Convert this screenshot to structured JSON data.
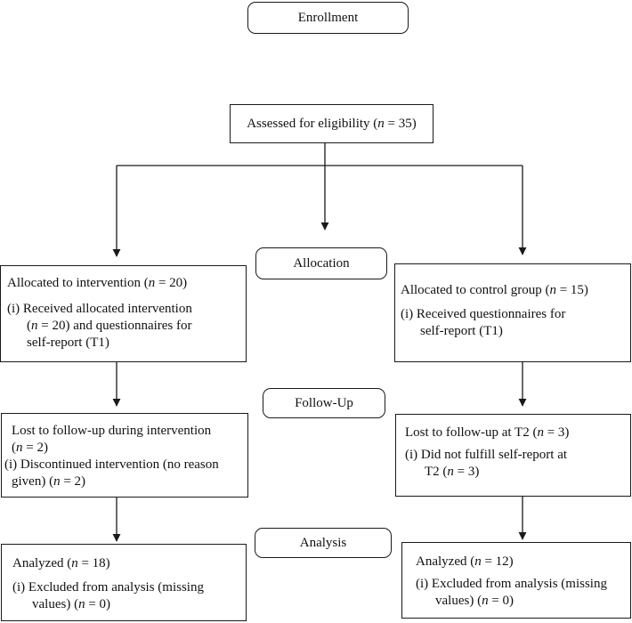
{
  "stages": {
    "enrollment": "Enrollment",
    "allocation": "Allocation",
    "followup": "Follow-Up",
    "analysis": "Analysis"
  },
  "eligibility": {
    "prefix": "Assessed for eligibility (",
    "n": "n",
    "suffix": " = 35)"
  },
  "intervention": {
    "allocated": {
      "prefix": "Allocated to intervention (",
      "suffix": " = 20)"
    },
    "received_1": "(i)  Received allocated intervention",
    "received_2_suffix": " = 20) and questionnaires for",
    "received_3": "self-report (T1)",
    "lost": "Lost to follow-up during intervention",
    "lost_n_suffix": " = 2)",
    "discontinued_1": "(i)  Discontinued intervention (no reason",
    "discontinued_2_prefix": "given) (",
    "discontinued_2_suffix": " = 2)",
    "analyzed": {
      "prefix": "Analyzed (",
      "suffix": " = 18)"
    },
    "excluded_1": "(i)  Excluded from analysis (missing",
    "excluded_2_prefix": "values) (",
    "excluded_2_suffix": " = 0)"
  },
  "control": {
    "allocated": {
      "prefix": "Allocated to control group (",
      "suffix": " = 15)"
    },
    "received_1": "(i)  Received questionnaires for",
    "received_2": "self-report (T1)",
    "lost": {
      "prefix": "Lost to follow-up at T2 (",
      "suffix": " = 3)"
    },
    "notfulfill_1": "(i)  Did not fulfill self-report at",
    "notfulfill_2_prefix": "T2 (",
    "notfulfill_2_suffix": " = 3)",
    "analyzed": {
      "prefix": "Analyzed (",
      "suffix": " = 12)"
    },
    "excluded_1": "(i)  Excluded from analysis (missing",
    "excluded_2_prefix": "values) (",
    "excluded_2_suffix": " = 0)"
  }
}
